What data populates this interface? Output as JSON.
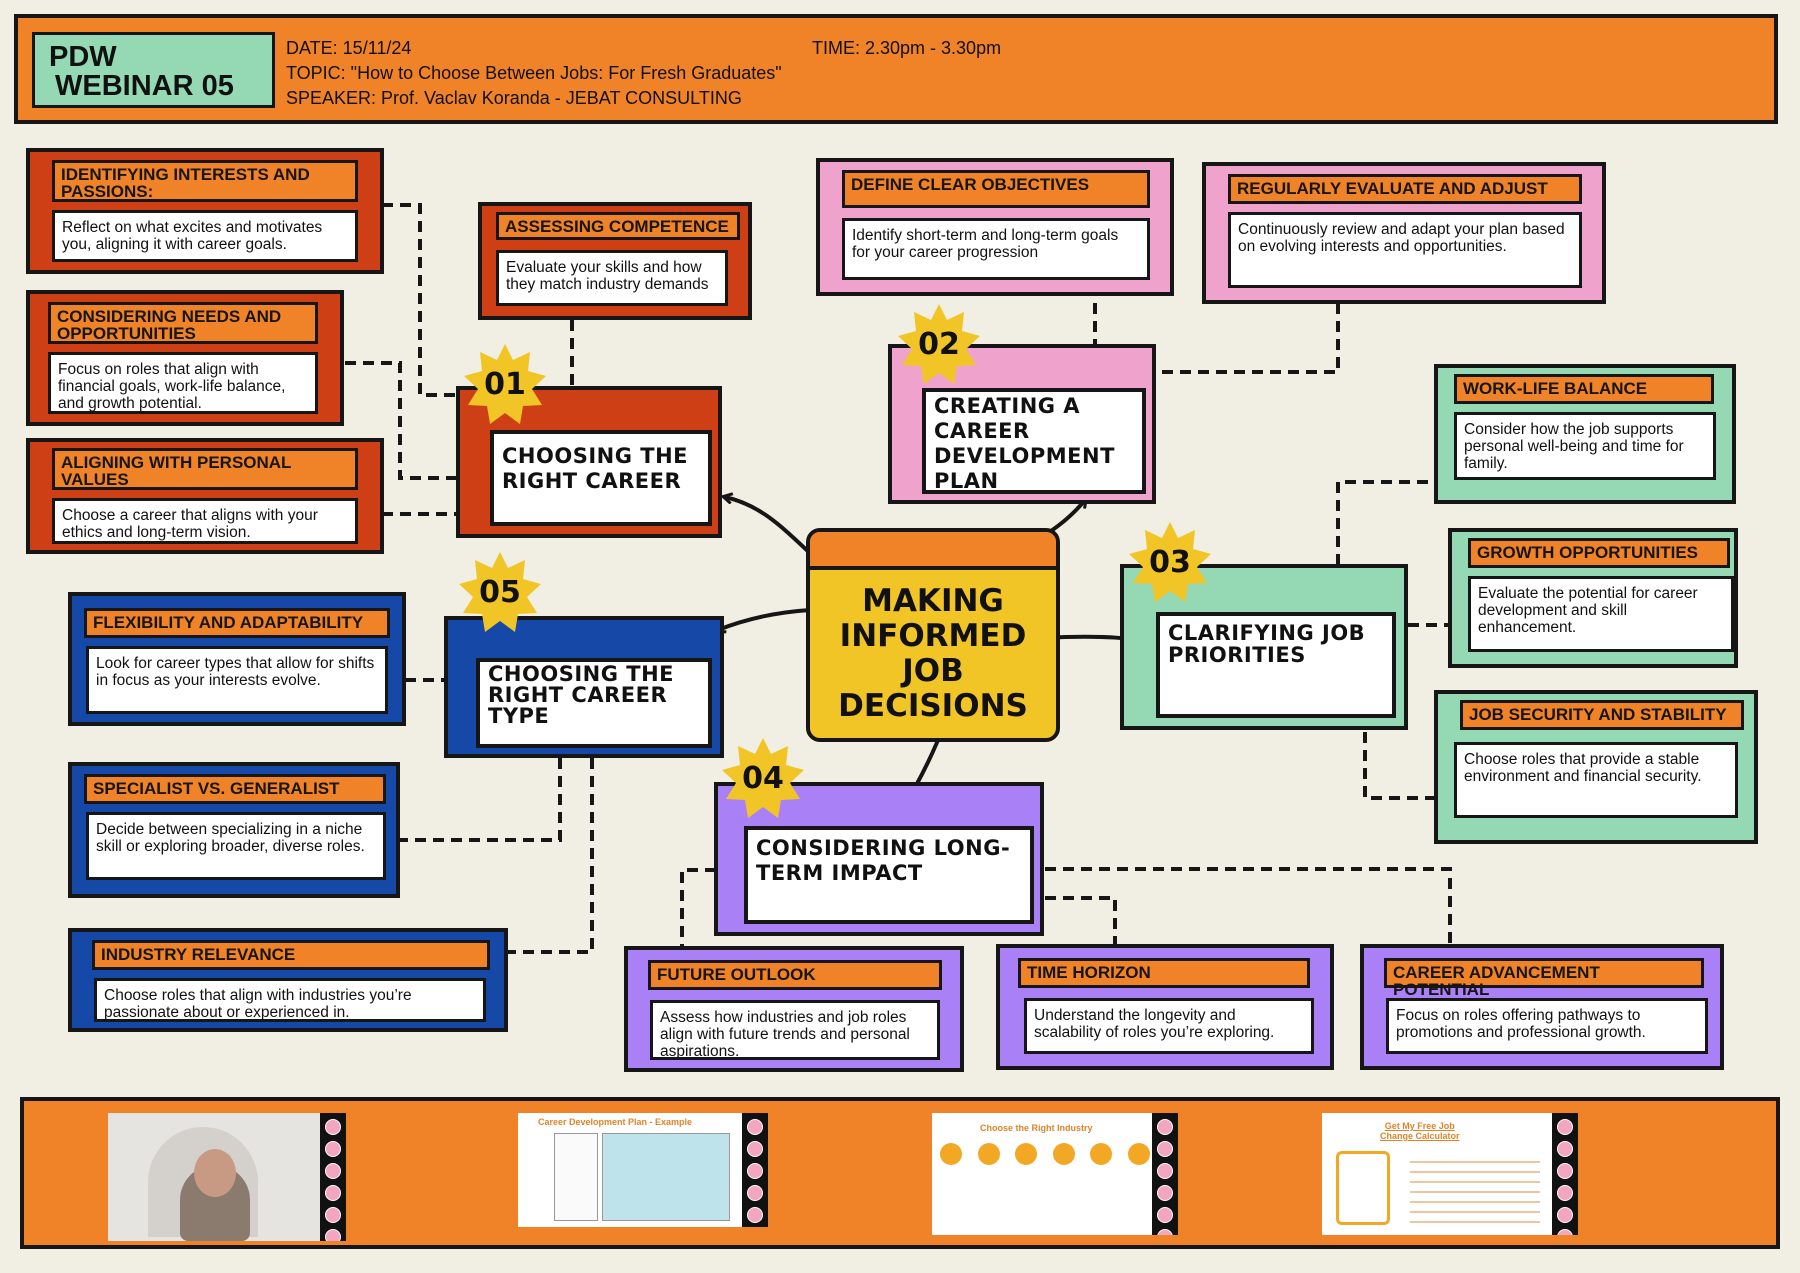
{
  "header": {
    "badge_line1": "PDW",
    "badge_line2": "WEBINAR 05",
    "date": "DATE: 15/11/24",
    "time": "TIME: 2.30pm - 3.30pm",
    "topic": "TOPIC: \"How to Choose Between Jobs: For Fresh Graduates\"",
    "speaker": "SPEAKER: Prof. Vaclav Koranda  - JEBAT CONSULTING"
  },
  "center": {
    "line1": "MAKING",
    "line2": "INFORMED",
    "line3": "JOB",
    "line4": "DECISIONS"
  },
  "sections": {
    "s01": {
      "number": "01",
      "title": "CHOOSING THE RIGHT CAREER"
    },
    "s02": {
      "number": "02",
      "title": "CREATING A CAREER DEVELOPMENT PLAN"
    },
    "s03": {
      "number": "03",
      "title": "CLARIFYING JOB PRIORITIES"
    },
    "s04": {
      "number": "04",
      "title": "CONSIDERING LONG-TERM IMPACT"
    },
    "s05": {
      "number": "05",
      "title": "CHOOSING THE RIGHT CAREER TYPE"
    }
  },
  "cards": {
    "interests": {
      "title": "IDENTIFYING INTERESTS AND PASSIONS:",
      "text": "Reflect on what excites and motivates you, aligning it with career goals."
    },
    "competence": {
      "title": "ASSESSING COMPETENCE",
      "text": "Evaluate your skills and how they match industry demands"
    },
    "needs": {
      "title": "CONSIDERING NEEDS AND OPPORTUNITIES",
      "text": "Focus on roles that align with financial goals, work-life balance, and growth potential."
    },
    "values": {
      "title": "ALIGNING WITH PERSONAL VALUES",
      "text": "Choose a career that aligns with your ethics and long-term vision."
    },
    "objectives": {
      "title": "DEFINE CLEAR OBJECTIVES",
      "text": "Identify short-term and long-term goals for your career progression"
    },
    "evaluate": {
      "title": "REGULARLY EVALUATE AND ADJUST",
      "text": "Continuously review and adapt your plan based on evolving interests and opportunities."
    },
    "worklife": {
      "title": "WORK-LIFE BALANCE",
      "text": "Consider how the job supports personal well-being and time for family."
    },
    "growth": {
      "title": "GROWTH OPPORTUNITIES",
      "text": "Evaluate the potential for career development and skill enhancement."
    },
    "security": {
      "title": "JOB SECURITY AND STABILITY",
      "text": "Choose roles that provide a stable environment and financial security."
    },
    "flexibility": {
      "title": "FLEXIBILITY AND ADAPTABILITY",
      "text": "Look for career types that allow for shifts in focus as your interests evolve."
    },
    "specialist": {
      "title": "SPECIALIST VS. GENERALIST",
      "text": "Decide between specializing in a niche skill or exploring broader, diverse roles."
    },
    "industry": {
      "title": "INDUSTRY RELEVANCE",
      "text": "Choose roles that align with industries you’re passionate about or experienced in."
    },
    "future": {
      "title": "FUTURE OUTLOOK",
      "text": "Assess how industries and job roles align with future trends and personal aspirations."
    },
    "horizon": {
      "title": "TIME HORIZON",
      "text": "Understand the longevity and scalability of roles you’re exploring."
    },
    "advancement": {
      "title": "CAREER ADVANCEMENT POTENTIAL",
      "text": "Focus on roles offering pathways to promotions and professional growth."
    }
  },
  "thumbnails": {
    "t2_title": "Career Development Plan - Example",
    "t3_title": "Choose the Right Industry",
    "t4_title_1": "Get My Free Job",
    "t4_title_2": "Change Calculator"
  },
  "colors": {
    "orange": "#f08228",
    "red": "#cf3f16",
    "pink": "#efa3cc",
    "green": "#94d8b4",
    "blue": "#1648a8",
    "purple": "#aa80f6",
    "yellow": "#f2c526",
    "badge": "#94d8b4",
    "background": "#f1efe3"
  }
}
